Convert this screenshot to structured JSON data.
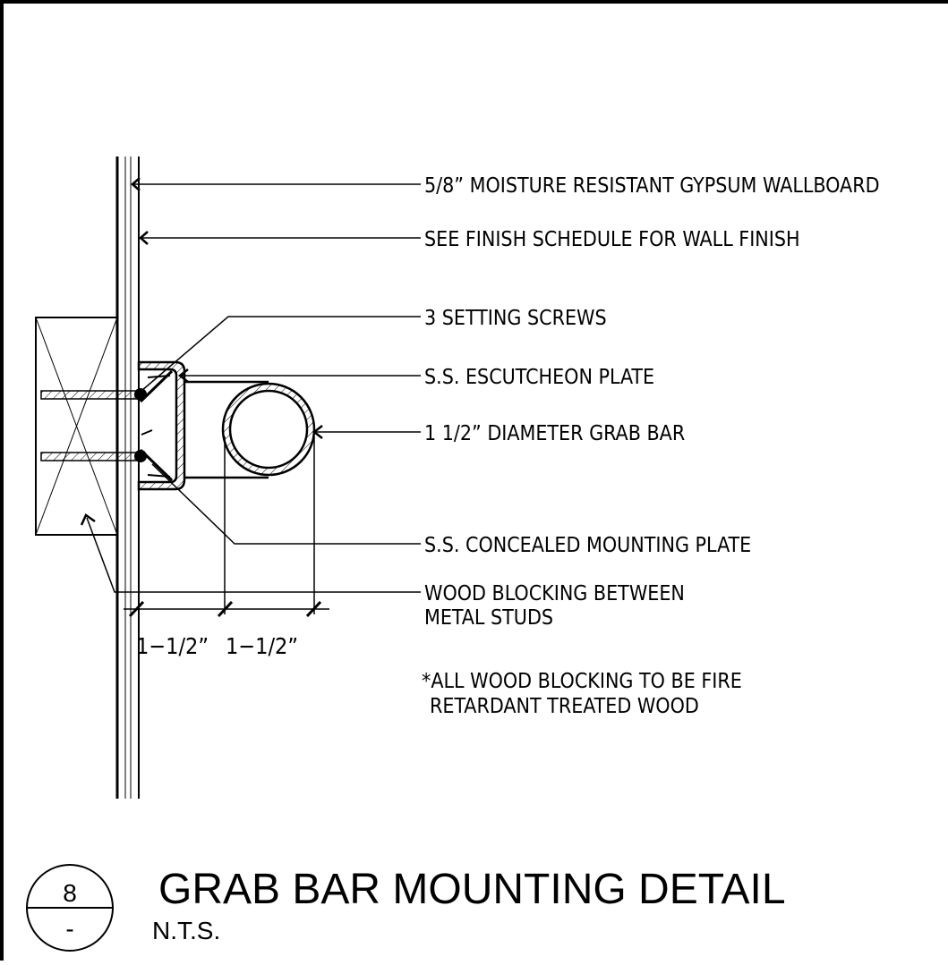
{
  "title": "GRAB BAR MOUNTING DETAIL",
  "scale": "N.T.S.",
  "detail_bubble": {
    "number": "8",
    "sheet": "-"
  },
  "callouts": [
    "5/8” MOISTURE RESISTANT GYPSUM WALLBOARD",
    "SEE FINISH SCHEDULE FOR WALL FINISH",
    "3 SETTING SCREWS",
    "S.S. ESCUTCHEON PLATE",
    "1 1/2” DIAMETER GRAB BAR",
    "S.S. CONCEALED MOUNTING PLATE",
    "WOOD BLOCKING BETWEEN",
    "METAL STUDS"
  ],
  "general_note": [
    "*ALL WOOD BLOCKING TO BE FIRE",
    "RETARDANT TREATED WOOD"
  ],
  "dimensions": [
    "1−1/2”",
    "1−1/2”"
  ],
  "colors": {
    "line": "#000000",
    "paper": "#ffffff"
  }
}
